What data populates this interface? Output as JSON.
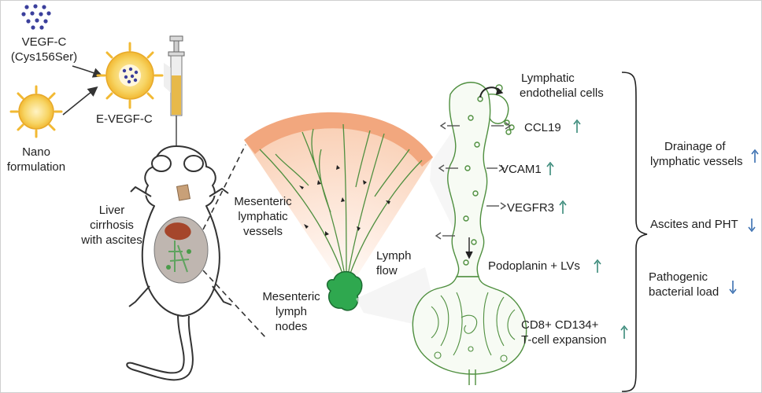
{
  "labels": {
    "vegf_c": "VEGF-C",
    "vegf_c_mut": "(Cys156Ser)",
    "nano_1": "Nano",
    "nano_2": "formulation",
    "e_vegf_c": "E-VEGF-C",
    "liver_1": "Liver",
    "liver_2": "cirrhosis",
    "liver_3": "with ascites",
    "mes_vessels_1": "Mesenteric",
    "mes_vessels_2": "lymphatic",
    "mes_vessels_3": "vessels",
    "mes_nodes_1": "Mesenteric",
    "mes_nodes_2": "lymph",
    "mes_nodes_3": "nodes",
    "lymph_flow_1": "Lymph",
    "lymph_flow_2": "flow",
    "lec_1": "Lymphatic",
    "lec_2": "endothelial cells",
    "ccl19": "CCL19",
    "vcam1": "VCAM1",
    "vegfr3": "VEGFR3",
    "podoplanin": "Podoplanin + LVs",
    "cd8_1": "CD8+ CD134+",
    "cd8_2": "T-cell expansion",
    "drainage_1": "Drainage of",
    "drainage_2": "lymphatic vessels",
    "ascites": "Ascites and PHT",
    "patho_1": "Pathogenic",
    "patho_2": "bacterial load"
  },
  "colors": {
    "up_arrow": "#3a8a7a",
    "down_arrow": "#3a6fb0",
    "vessel": "#2e7d32",
    "node": "#2fa84f",
    "fan_outer": "#f2a77e",
    "fan_inner": "#fde3d3",
    "nano": "#f5c542",
    "dots": "#3b3f9c"
  },
  "icons": {
    "up": "arrow-up-icon",
    "down": "arrow-down-icon"
  }
}
